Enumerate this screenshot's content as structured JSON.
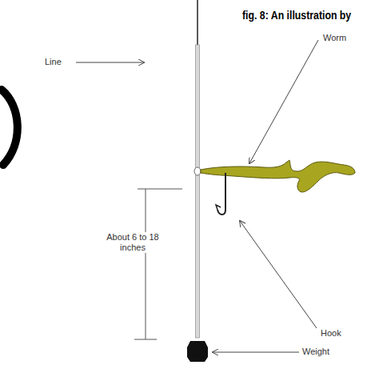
{
  "diagram": {
    "caption": "fig. 8: An illustration by",
    "labels": [
      "Line",
      "Worm",
      "Hook",
      "Weight",
      "About 6 to 18 inches"
    ]
  }
}
